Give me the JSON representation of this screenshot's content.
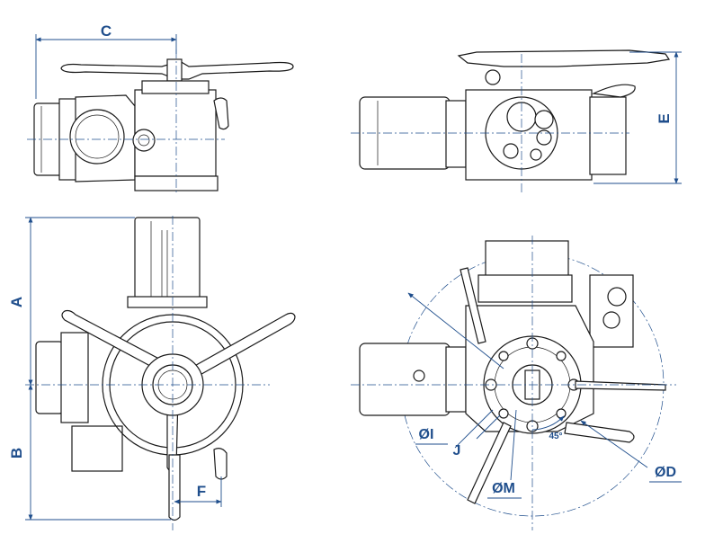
{
  "drawing": {
    "labels": {
      "C": "C",
      "E": "E",
      "A": "A",
      "B": "B",
      "F": "F",
      "OI": "ØI",
      "J": "J",
      "OM": "ØM",
      "OD": "ØD",
      "angle": "45°"
    },
    "colors": {
      "dimension": "#1f4e8c",
      "outline": "#1a1a1a",
      "background": "#ffffff"
    }
  }
}
